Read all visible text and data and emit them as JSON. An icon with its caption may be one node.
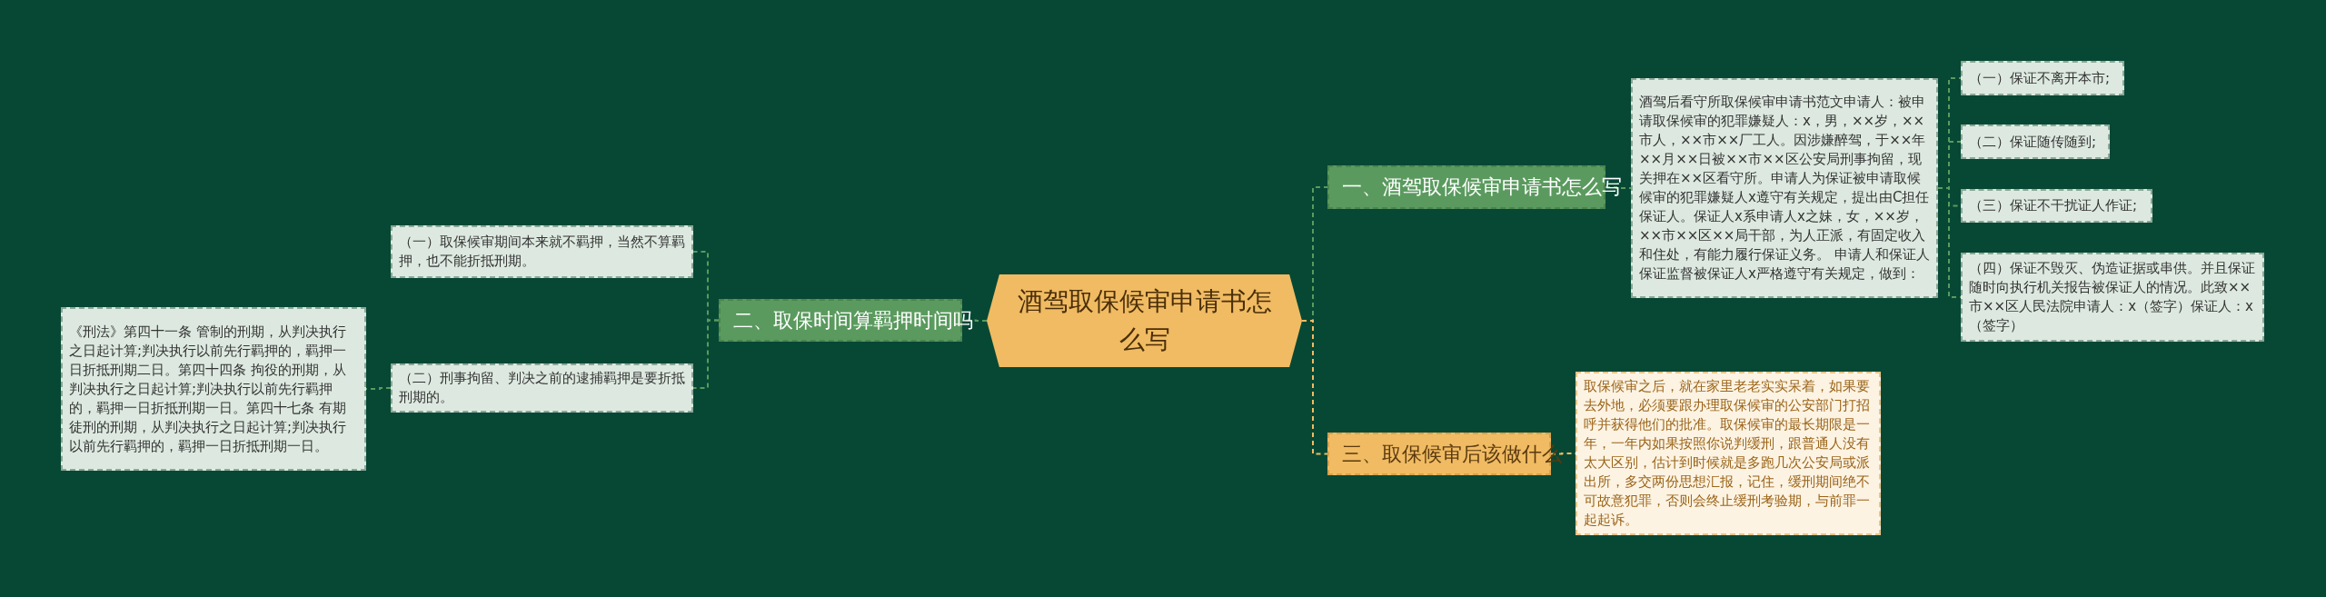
{
  "diagram": {
    "nodes": [
      {
        "text": [
          "酒驾取保候审申请书怎么写"
        ]
      },
      {
        "text": [
          "一、酒驾取保候审申请书怎么写"
        ]
      },
      {
        "text": [
          "酒驾后看守所取保候审申请书范文申请人：被申请取保候审的犯罪嫌疑人：x，男，××岁，××市人，××市××厂工人。因涉嫌醉驾，于××年××月××日被××市××区公安局刑事拘留，现关押在××区看守所。申请人为保证被申请取候候审的犯罪嫌疑人x遵守有关规定，提出由C担任保证人。保证人x系申请人x之妹，女，××岁，××市××区××局干部，为人正派，有固定收入和住处，有能力履行保证义务。 申请人和保证人保证监督被保证人x严格遵守有关规定，做到："
        ]
      },
      {
        "text": [
          "（一）保证不离开本市;"
        ]
      },
      {
        "text": [
          "（二）保证随传随到;"
        ]
      },
      {
        "text": [
          "（三）保证不干扰证人作证;"
        ]
      },
      {
        "text": [
          "（四）保证不毁灭、伪造证据或串供。并且保证随时向执行机关报告被保证人的情况。此致××市××区人民法院申请人：x（签字）保证人：x（签字）"
        ]
      },
      {
        "text": [
          "二、取保时间算羁押时间吗"
        ]
      },
      {
        "text": [
          "（一）取保候审期间本来就不羁押，当然不算羁押，也不能折抵刑期。"
        ]
      },
      {
        "text": [
          "（二）刑事拘留、判决之前的逮捕羁押是要折抵刑期的。"
        ]
      },
      {
        "text": [
          "《刑法》第四十一条 管制的刑期，从判决执行之日起计算;判决执行以前先行羁押的，羁押一日折抵刑期二日。第四十四条 拘役的刑期，从判决执行之日起计算;判决执行以前先行羁押的，羁押一日折抵刑期一日。第四十七条 有期徒刑的刑期，从判决执行之日起计算;判决执行以前先行羁押的，羁押一日折抵刑期一日。"
        ]
      },
      {
        "text": [
          "三、取保候审后该做什么"
        ]
      },
      {
        "text": [
          "取保候审之后，就在家里老老实实呆着，如果要去外地，必须要跟办理取保候审的公安部门打招呼并获得他们的批准。取保候审的最长期限是一年，一年内如果按照你说判缓刑，跟普通人没有太大区别，估计到时候就是多跑几次公安局或派出所，多交两份思想汇报，记住，缓刑期间绝不可故意犯罪，否则会终止缓刑考验期，与前罪一起起诉。"
        ]
      }
    ],
    "edges": [
      {
        "from": 0,
        "to": 1,
        "arrow": "none"
      },
      {
        "from": 1,
        "to": 2,
        "arrow": "none"
      },
      {
        "from": 2,
        "to": 3,
        "arrow": "none"
      },
      {
        "from": 2,
        "to": 4,
        "arrow": "none"
      },
      {
        "from": 2,
        "to": 5,
        "arrow": "none"
      },
      {
        "from": 2,
        "to": 6,
        "arrow": "none"
      },
      {
        "from": 0,
        "to": 7,
        "arrow": "none"
      },
      {
        "from": 7,
        "to": 8,
        "arrow": "none"
      },
      {
        "from": 7,
        "to": 9,
        "arrow": "none"
      },
      {
        "from": 9,
        "to": 10,
        "arrow": "none"
      },
      {
        "from": 0,
        "to": 11,
        "arrow": "none",
        "color": "#f0bb62"
      },
      {
        "from": 11,
        "to": 12,
        "arrow": "none",
        "color": "#f0bb62"
      }
    ]
  }
}
